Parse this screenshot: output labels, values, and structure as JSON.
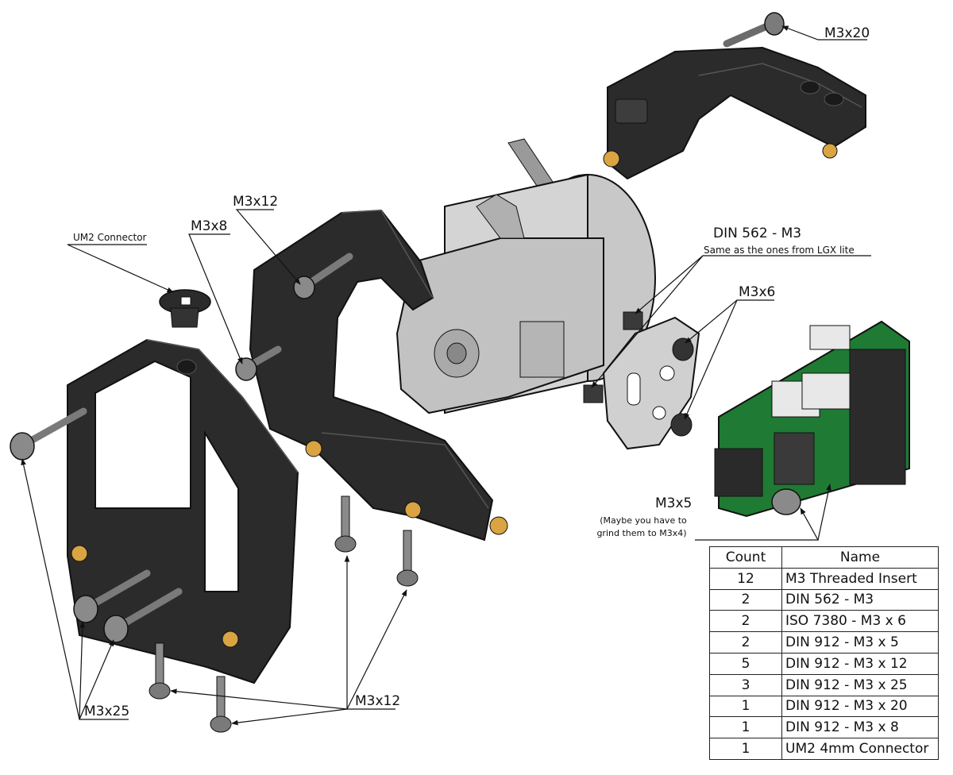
{
  "labels": {
    "m3x20": "M3x20",
    "m3x12_top": "M3x12",
    "m3x8": "M3x8",
    "um2_connector": "UM2 Connector",
    "din562": "DIN 562 - M3",
    "din562_note": "Same as the ones from LGX lite",
    "m3x6": "M3x6",
    "m3x5": "M3x5",
    "m3x5_note_1": "(Maybe you have to",
    "m3x5_note_2": "grind them to M3x4)",
    "m3x25": "M3x25",
    "m3x12_bottom": "M3x12"
  },
  "bom": {
    "headers": [
      "Count",
      "Name"
    ],
    "rows": [
      {
        "count": "12",
        "name": "M3 Threaded Insert"
      },
      {
        "count": "2",
        "name": "DIN 562 - M3"
      },
      {
        "count": "2",
        "name": "ISO 7380 - M3 x 6"
      },
      {
        "count": "2",
        "name": "DIN 912 - M3 x 5"
      },
      {
        "count": "5",
        "name": "DIN 912 - M3 x 12"
      },
      {
        "count": "3",
        "name": "DIN 912 - M3 x 25"
      },
      {
        "count": "1",
        "name": "DIN 912 - M3 x 20"
      },
      {
        "count": "1",
        "name": "DIN 912 - M3 x 8"
      },
      {
        "count": "1",
        "name": "UM2 4mm Connector"
      }
    ]
  },
  "colors": {
    "plastic": "#2b2b2b",
    "plastic_light": "#3d3d3d",
    "motor": "#c8c8c8",
    "motor_dark": "#9a9a9a",
    "pcb": "#1f7a33",
    "brass": "#d9a441",
    "screw": "#6b6b6b",
    "line": "#111111"
  }
}
